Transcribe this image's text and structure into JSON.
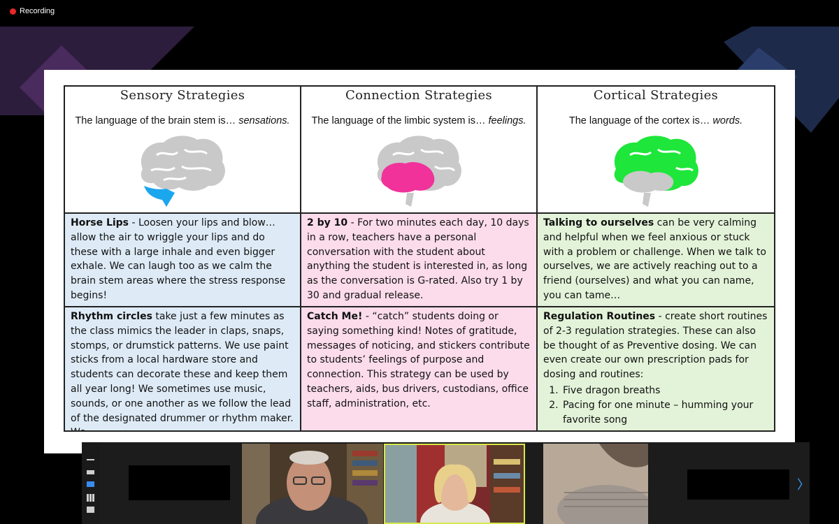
{
  "recording": {
    "label": "Recording",
    "dot_color": "#e8262a"
  },
  "slide": {
    "columns": [
      {
        "title": "Sensory Strategies",
        "subtitle_prefix": "The language of the brain stem is… ",
        "subtitle_em": "sensations.",
        "highlight_color": "#1aa7ee",
        "highlight_region": "brain stem",
        "rows": [
          {
            "bold": "Horse Lips",
            "text": " - Loosen your lips and blow… allow the air to wriggle your lips and do these with a large inhale and even bigger exhale. We can laugh too as we calm the brain stem areas where the stress response begins!"
          },
          {
            "bold": "Rhythm circles",
            "text": " take just a few minutes as the class mimics the leader in claps, snaps, stomps, or drumstick patterns. We use paint sticks from a local hardware store and students can decorate these and keep them all year long! We sometimes use music, sounds, or one another as we follow the lead of the designated drummer or rhythm maker. We"
          }
        ]
      },
      {
        "title": "Connection Strategies",
        "subtitle_prefix": "The language of the limbic system is… ",
        "subtitle_em": "feelings.",
        "highlight_color": "#f0329a",
        "highlight_region": "limbic system",
        "rows": [
          {
            "bold": "2 by 10",
            "text": " - For two minutes each day, 10 days in a row, teachers have a personal conversation with the student about anything the student is interested in, as long as the conversation is G-rated.  Also try 1 by 30 and gradual release."
          },
          {
            "bold": "Catch Me!",
            "text": " - “catch” students doing or saying something kind!  Notes of gratitude, messages of noticing, and stickers contribute to students’ feelings of purpose and connection.  This strategy can be used by teachers, aids, bus drivers, custodians, office staff, administration, etc."
          }
        ]
      },
      {
        "title": "Cortical Strategies",
        "subtitle_prefix": "The language of the cortex is… ",
        "subtitle_em": "words.",
        "highlight_color": "#1ee63a",
        "highlight_region": "cortex",
        "rows": [
          {
            "bold": "Talking to ourselves",
            "text": " can be very calming and helpful when we feel anxious or stuck with a problem or challenge.  When we talk to ourselves, we are actively reaching out to a friend (ourselves) and what you can name, you can tame…"
          },
          {
            "bold": "Regulation Routines",
            "text": " - create short routines of 2-3 regulation strategies.  These can also be thought of as Preventive dosing.  We can even create our own prescription pads for dosing and routines:",
            "list": [
              "Five dragon breaths",
              "Pacing for one minute – humming your favorite song"
            ]
          }
        ]
      }
    ],
    "brain_base_color": "#c9c9c9"
  },
  "gallery": {
    "tiles": [
      "hidden-participant",
      "participant-man-with-glasses",
      "participant-woman-active-speaker",
      "participant-camera-closeup",
      "hidden-participant"
    ],
    "active_border_color": "#d8e84a",
    "next_icon": "chevron-right-icon"
  }
}
